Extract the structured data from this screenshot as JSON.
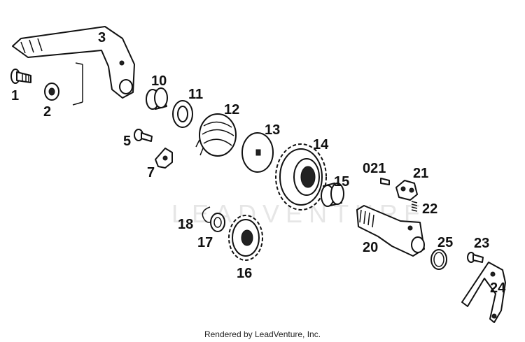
{
  "callouts": {
    "p1": "1",
    "p2": "2",
    "p3": "3",
    "p5": "5",
    "p7": "7",
    "p10": "10",
    "p11": "11",
    "p12": "12",
    "p13": "13",
    "p14": "14",
    "p15": "15",
    "p16": "16",
    "p17": "17",
    "p18": "18",
    "p20": "20",
    "p021": "021",
    "p21": "21",
    "p22": "22",
    "p23": "23",
    "p24": "24",
    "p25": "25"
  },
  "watermark": "LEADVENTURE",
  "footer": "Rendered by LeadVenture, Inc.",
  "colors": {
    "ink": "#111111",
    "watermark": "#e6e6e6",
    "background": "#ffffff"
  }
}
